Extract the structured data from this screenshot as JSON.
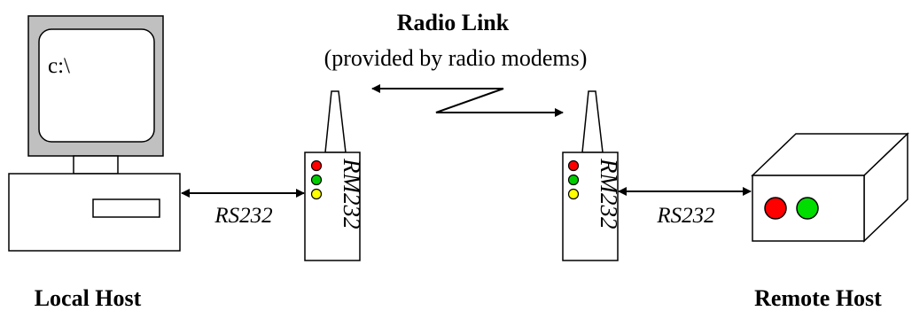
{
  "title": "Radio Link",
  "subtitle": "(provided by radio modems)",
  "local_host": {
    "label": "Local Host",
    "screen_text": "c:\\"
  },
  "remote_host": {
    "label": "Remote Host",
    "led_colors": [
      "#ff0000",
      "#00dd00"
    ]
  },
  "modem_left": {
    "label": "RM232",
    "led_colors": [
      "#ff0000",
      "#00cc00",
      "#ffff00"
    ]
  },
  "modem_right": {
    "label": "RM232",
    "led_colors": [
      "#ff0000",
      "#00cc00",
      "#ffff00"
    ]
  },
  "link_left": {
    "label": "RS232"
  },
  "link_right": {
    "label": "RS232"
  }
}
